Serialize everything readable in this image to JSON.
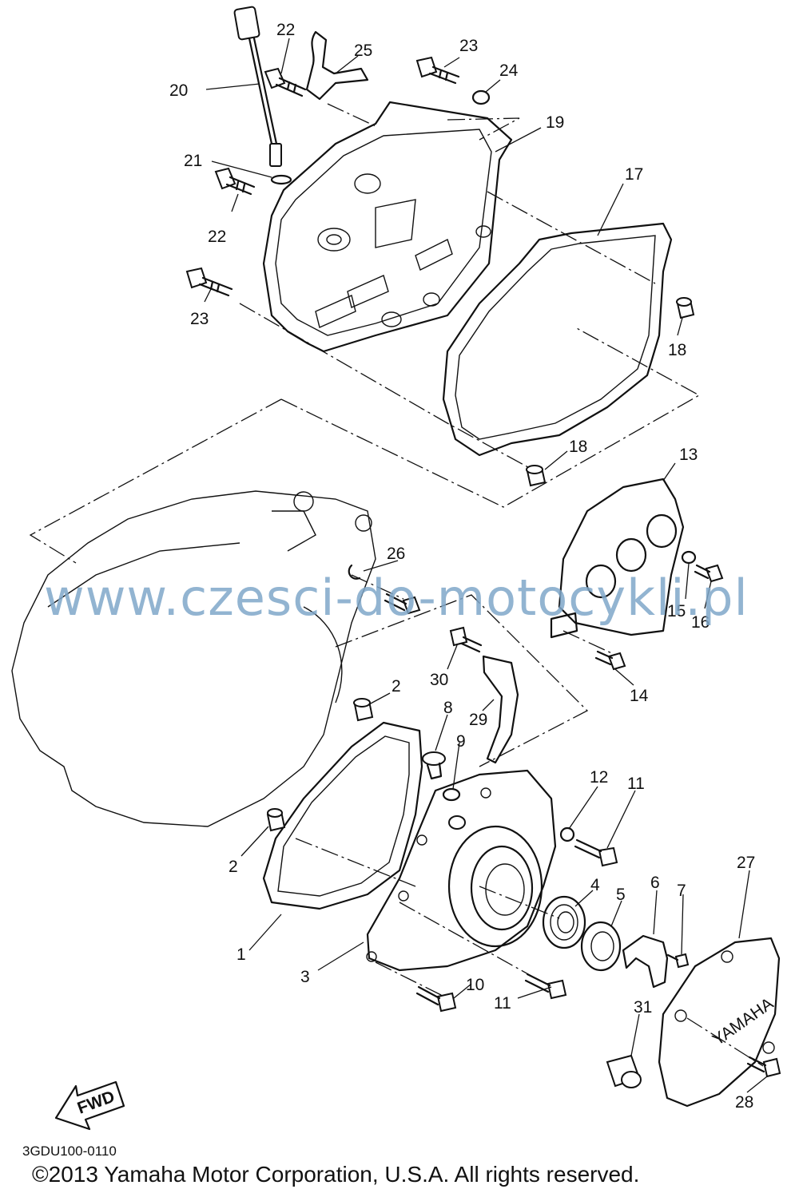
{
  "callouts": {
    "c1": "1",
    "c2a": "2",
    "c2b": "2",
    "c3": "3",
    "c4": "4",
    "c5": "5",
    "c6": "6",
    "c7": "7",
    "c8": "8",
    "c9": "9",
    "c10": "10",
    "c11a": "11",
    "c11b": "11",
    "c12": "12",
    "c13": "13",
    "c14": "14",
    "c15": "15",
    "c16": "16",
    "c17": "17",
    "c18a": "18",
    "c18b": "18",
    "c19": "19",
    "c20": "20",
    "c21": "21",
    "c22a": "22",
    "c22b": "22",
    "c23a": "23",
    "c23b": "23",
    "c24": "24",
    "c25": "25",
    "c26": "26",
    "c27": "27",
    "c28": "28",
    "c29": "29",
    "c30": "30",
    "c31": "31"
  },
  "fwd_label": "FWD",
  "cover_brand": "YAMAHA",
  "watermark": "www.czesci-do-motocykli.pl",
  "diagram_code": "3GDU100-0110",
  "copyright": "©2013 Yamaha Motor Corporation, U.S.A. All rights reserved."
}
